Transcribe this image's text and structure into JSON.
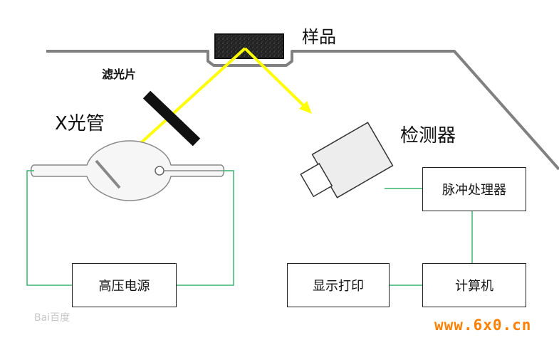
{
  "labels": {
    "sample": "样品",
    "filter": "滤光片",
    "xray_tube": "X光管",
    "detector": "检测器"
  },
  "boxes": {
    "pulse_processor": "脉冲处理器",
    "hv_power": "高压电源",
    "display_print": "显示打印",
    "computer": "计算机"
  },
  "watermark": {
    "baidu": "Bai百度"
  },
  "footer": {
    "site": "www.6x0.cn"
  },
  "colors": {
    "beam": "#ffff00",
    "wire": "#3cb371",
    "housing": "#808080",
    "site_orange": "#ff7f00"
  }
}
